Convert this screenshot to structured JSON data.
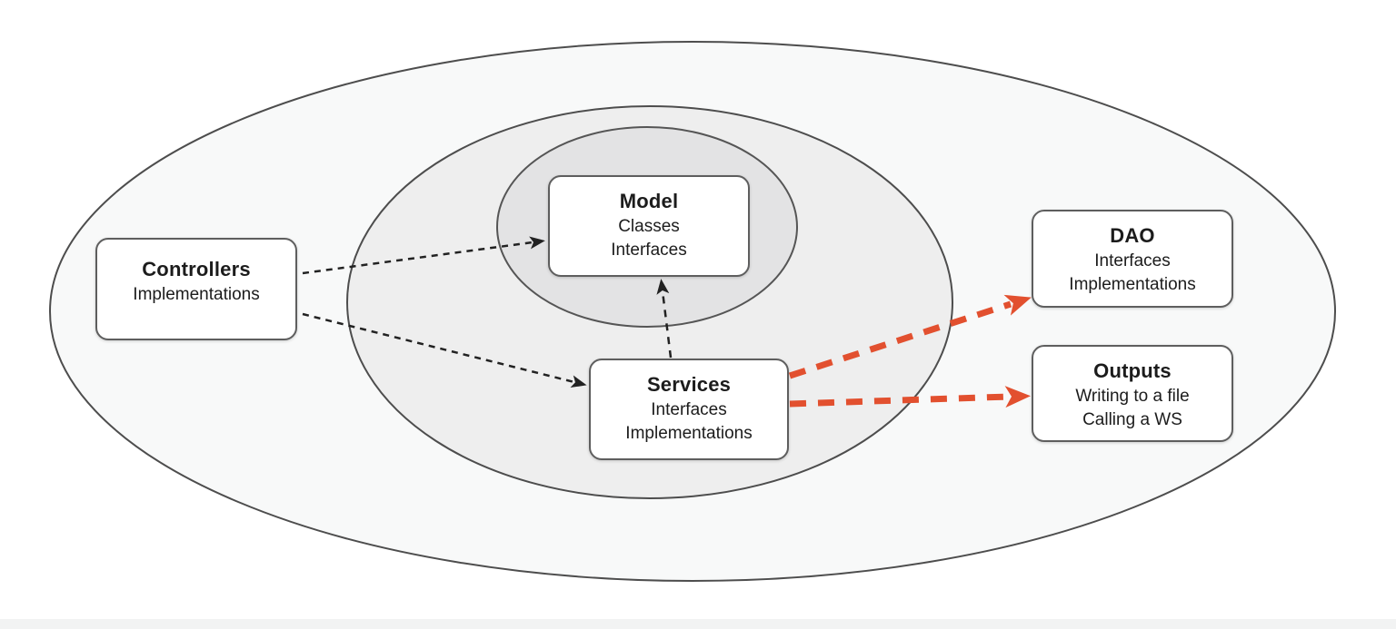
{
  "diagram": {
    "title": "layered-architecture-onion-diagram",
    "nodes": {
      "controllers": {
        "title": "Controllers",
        "lines": [
          "Implementations"
        ]
      },
      "model": {
        "title": "Model",
        "lines": [
          "Classes",
          "Interfaces"
        ]
      },
      "services": {
        "title": "Services",
        "lines": [
          "Interfaces",
          "Implementations"
        ]
      },
      "dao": {
        "title": "DAO",
        "lines": [
          "Interfaces",
          "Implementations"
        ]
      },
      "outputs": {
        "title": "Outputs",
        "lines": [
          "Writing to a file",
          "Calling a WS"
        ]
      }
    },
    "edges": [
      {
        "from": "controllers",
        "to": "model",
        "style": "dotted",
        "color": "black"
      },
      {
        "from": "controllers",
        "to": "services",
        "style": "dotted",
        "color": "black"
      },
      {
        "from": "services",
        "to": "model",
        "style": "dotted",
        "color": "black"
      },
      {
        "from": "services",
        "to": "dao",
        "style": "dashed",
        "color": "red"
      },
      {
        "from": "services",
        "to": "outputs",
        "style": "dashed",
        "color": "red"
      }
    ],
    "rings": [
      {
        "name": "outer-ring",
        "fill": "#f8f9f9"
      },
      {
        "name": "middle-ring",
        "fill": "#eeeeee"
      },
      {
        "name": "inner-ring",
        "fill": "#e3e3e4"
      }
    ]
  },
  "colors": {
    "accent_red": "#e2502f",
    "arrow_black": "#222222",
    "ring_stroke": "#4d4d4d",
    "node_border": "#5e5e5e",
    "text": "#1c1c1c"
  }
}
